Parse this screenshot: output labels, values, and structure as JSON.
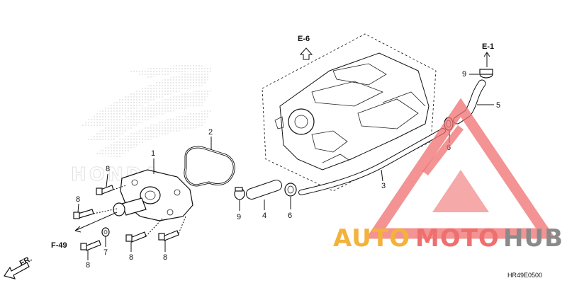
{
  "diagram": {
    "refs": {
      "e6": "E-6",
      "e1": "E-1",
      "f49": "F-49",
      "fr": "FR."
    },
    "part_numbers": {
      "p1": "1",
      "p2": "2",
      "p3": "3",
      "p4": "4",
      "p5": "5",
      "p6a": "6",
      "p6b": "6",
      "p7": "7",
      "p8a": "8",
      "p8b": "8",
      "p8c": "8",
      "p8d": "8",
      "p8e": "8",
      "p9a": "9",
      "p9b": "9"
    },
    "code": "HR49E0500"
  },
  "watermark": {
    "text_a": "AUTO",
    "text_b": "MOTO",
    "text_c": "HUB",
    "colors": {
      "triangle": "#ef6f6f",
      "auto": "#f3b23a",
      "moto": "#ef6f6f",
      "hub": "#8a8a8a"
    }
  }
}
